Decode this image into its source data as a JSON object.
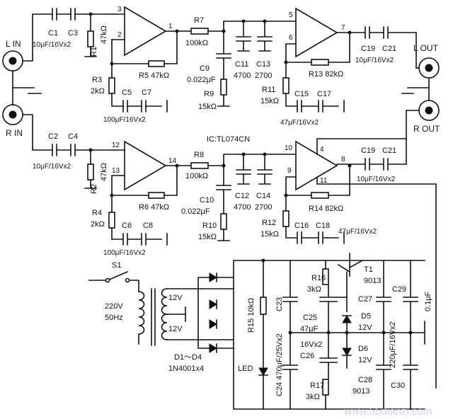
{
  "io": {
    "l_in": "L IN",
    "r_in": "R IN",
    "l_out": "L OUT",
    "r_out": "R OUT"
  },
  "ic": "IC:TL074CN",
  "parts": {
    "C1": "C1",
    "C2": "C2",
    "C3": "C3",
    "C4": "C4",
    "C5": "C5",
    "C6": "C6",
    "C7": "C7",
    "C8": "C8",
    "C9": "C9",
    "C10": "C10",
    "C11": "C11",
    "C12": "C12",
    "C13": "C13",
    "C14": "C14",
    "C15": "C15",
    "C16": "C16",
    "C17": "C17",
    "C18": "C18",
    "C19": "C19",
    "C21": "C21",
    "C23": "C23",
    "C24": "C24",
    "C25": "C25",
    "C26": "C26",
    "C27": "C27",
    "C28": "C28",
    "C29": "C29",
    "C30": "C30",
    "R1": "R1",
    "R2": "R2",
    "R3": "R3",
    "R4": "R4",
    "R5": "R5",
    "R6": "R6",
    "R7": "R7",
    "R8": "R8",
    "R9": "R9",
    "R10": "R10",
    "R11": "R11",
    "R12": "R12",
    "R13": "R13",
    "R14": "R14",
    "R15": "R15",
    "R16": "R16",
    "R17": "R17",
    "D5": "D5",
    "D6": "D6",
    "T1": "T1",
    "S1": "S1",
    "LED": "LED",
    "D1D4": "D1～D4"
  },
  "values": {
    "c_in_top": "10μF/16Vx2",
    "c_in_bot": "10μF/16Vx2",
    "r1": "47kΩ",
    "r2": "47kΩ",
    "r3": "2kΩ",
    "r4": "2kΩ",
    "r5": "R5  47kΩ",
    "r6": "R6  47kΩ",
    "c5c7": "100μF/16Vx2",
    "c6c8": "100μF/16Vx2",
    "r7": "100kΩ",
    "r8": "100kΩ",
    "c9": "0.022μF",
    "c10": "0.022μF",
    "c11": "4700",
    "c12": "4700",
    "c13": "2700",
    "c14": "2700",
    "r9": "15kΩ",
    "r10": "15kΩ",
    "r11": "15kΩ",
    "r12": "15kΩ",
    "r13": "R13  82kΩ",
    "r14": "R14  82kΩ",
    "c15c17": "47μF/16Vx2",
    "c16c18": "47μF/16Vx2",
    "c19c21_top": "10μF/16Vx2",
    "c19c21_bot": "10μF/16Vx2",
    "tf_v": "220V",
    "tf_hz": "50Hz",
    "sec_a": "12V",
    "sec_b": "12V",
    "diodes": "1N4001x4",
    "r15": "R15  10kΩ",
    "c23c24": "C24  470μF/25Vx2",
    "r16": "3kΩ",
    "r17": "3kΩ",
    "c25c26_a": "47μF",
    "c25c26_b": "16Vx2",
    "d5": "12V",
    "d6": "12V",
    "t1": "9013",
    "t2": "9013",
    "c27c28": "220μF/16Vx2",
    "c29c30": "0.1μF"
  },
  "pins": {
    "p1": "1",
    "p2": "2",
    "p3": "3",
    "p4": "4",
    "p5": "5",
    "p6": "6",
    "p7": "7",
    "p8": "8",
    "p9": "9",
    "p10": "10",
    "p11": "11",
    "p12": "12",
    "p13": "13",
    "p14": "14"
  },
  "watermark": "www.55dianzi.com"
}
